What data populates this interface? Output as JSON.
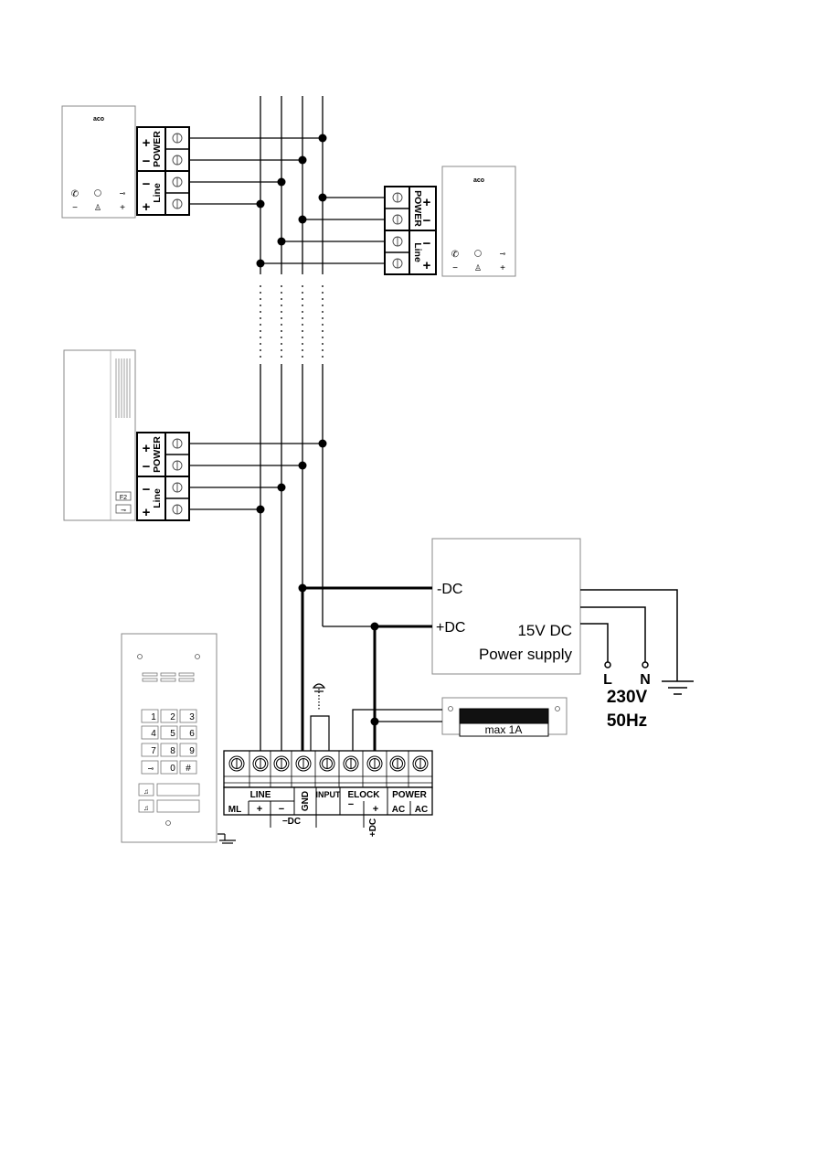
{
  "handset_1": {
    "brand": "aco",
    "symbols": [
      "−",
      "+"
    ],
    "terminal_labels": {
      "power": "POWER",
      "line": "Line",
      "plus": "+",
      "minus": "−"
    }
  },
  "handset_2": {
    "brand": "aco",
    "symbols": [
      "−",
      "+"
    ],
    "terminal_labels": {
      "power": "POWER",
      "line": "Line",
      "plus": "+",
      "minus": "−"
    }
  },
  "handset_3": {
    "buttons": [
      "F2"
    ],
    "terminal_labels": {
      "power": "POWER",
      "line": "Line",
      "plus": "+",
      "minus": "−"
    }
  },
  "keypad": {
    "keys": [
      "1",
      "2",
      "3",
      "4",
      "5",
      "6",
      "7",
      "8",
      "9",
      "0",
      "#"
    ]
  },
  "power_supply": {
    "minus_dc": "-DC",
    "plus_dc": "+DC",
    "voltage": "15V DC",
    "name": "Power supply"
  },
  "mains": {
    "l": "L",
    "n": "N",
    "voltage": "230V",
    "frequency": "50Hz"
  },
  "lock": {
    "rating": "max 1A"
  },
  "terminal_block": {
    "line": "LINE",
    "ml": "ML",
    "plus": "+",
    "minus": "−",
    "gnd": "GND",
    "input": "INPUT",
    "elock": "ELOCK",
    "power": "POWER",
    "ac1": "AC",
    "ac2": "AC",
    "neg_dc": "−DC",
    "pos_dc": "+DC"
  }
}
